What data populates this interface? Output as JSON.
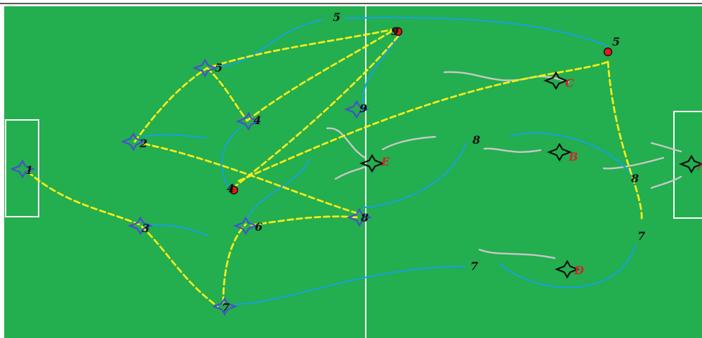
{
  "colors": {
    "pitch": "#23ae4f",
    "lines": "#ffffff",
    "attacker": "#4a4fc9",
    "defender": "#111111",
    "ball": "#e8191f",
    "pass": "#f5ec1a",
    "run": "#1aa3c8",
    "opponent_movement": "#c8c8c8",
    "defender_label": "#d0262b"
  },
  "icons": {
    "attacker": "four-point-star-icon",
    "defender": "four-point-star-icon",
    "ball": "ball-icon"
  },
  "attackers": [
    {
      "id": "player-1",
      "label": "1"
    },
    {
      "id": "player-2",
      "label": "2"
    },
    {
      "id": "player-3",
      "label": "3"
    },
    {
      "id": "player-4",
      "label": "4"
    },
    {
      "id": "player-5",
      "label": "5"
    },
    {
      "id": "player-6",
      "label": "6"
    },
    {
      "id": "player-7",
      "label": "7"
    },
    {
      "id": "player-8",
      "label": "8"
    },
    {
      "id": "player-9",
      "label": "9"
    }
  ],
  "defenders": [
    {
      "id": "defender-a",
      "label": "A"
    },
    {
      "id": "defender-b",
      "label": "B"
    },
    {
      "id": "defender-c",
      "label": "C"
    },
    {
      "id": "defender-d",
      "label": "D"
    },
    {
      "id": "defender-e",
      "label": "E"
    }
  ],
  "balls": [
    {
      "id": "ball-4",
      "label": "4"
    },
    {
      "id": "ball-9",
      "label": "9"
    },
    {
      "id": "ball-5",
      "label": "5"
    }
  ],
  "run_labels": [
    {
      "id": "run-label-5",
      "label": "5"
    },
    {
      "id": "run-label-8a",
      "label": "8"
    },
    {
      "id": "run-label-8b",
      "label": "8"
    },
    {
      "id": "run-label-7a",
      "label": "7"
    },
    {
      "id": "run-label-7b",
      "label": "7"
    }
  ]
}
